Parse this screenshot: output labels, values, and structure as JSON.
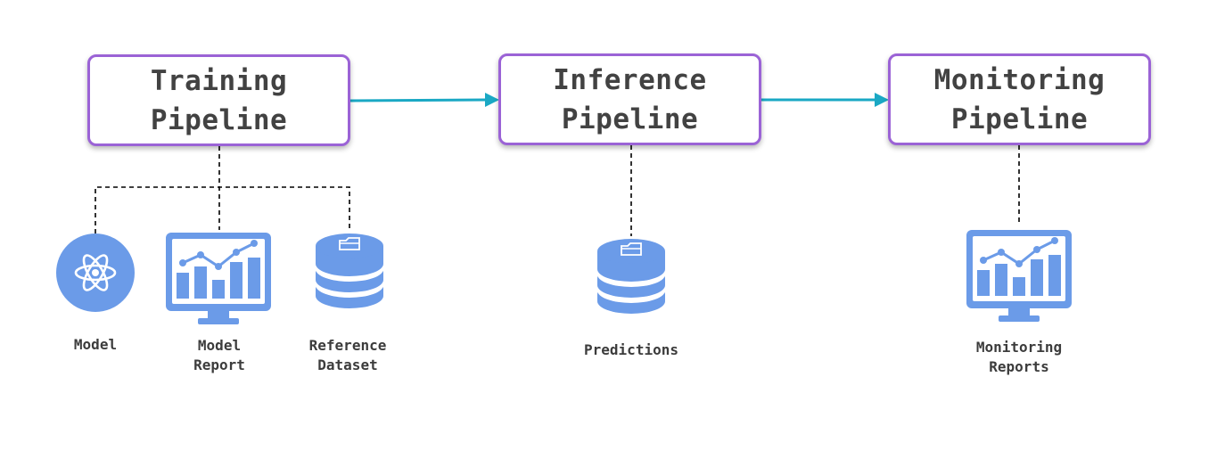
{
  "stages": [
    {
      "line1": "Training",
      "line2": "Pipeline"
    },
    {
      "line1": "Inference",
      "line2": "Pipeline"
    },
    {
      "line1": "Monitoring",
      "line2": "Pipeline"
    }
  ],
  "artifacts": {
    "model": {
      "label": "Model",
      "icon": "atom-icon"
    },
    "model_report": {
      "line1": "Model",
      "line2": "Report",
      "icon": "chart-monitor-icon"
    },
    "reference_dataset": {
      "line1": "Reference",
      "line2": "Dataset",
      "icon": "database-icon"
    },
    "predictions": {
      "label": "Predictions",
      "icon": "database-icon"
    },
    "monitoring_reports": {
      "line1": "Monitoring",
      "line2": "Reports",
      "icon": "chart-monitor-icon"
    }
  },
  "colors": {
    "stage_border": "#9b63d6",
    "arrow": "#1aa8c4",
    "icon_blue": "#6b9be8",
    "connector": "#000000",
    "text": "#424242"
  }
}
